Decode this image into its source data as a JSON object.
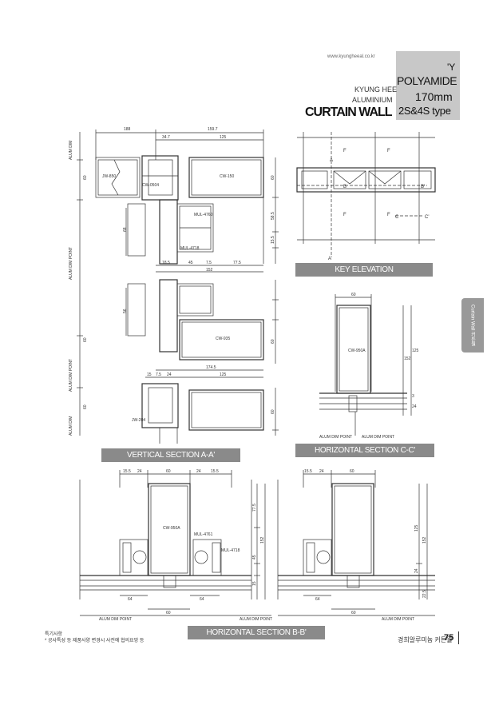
{
  "header": {
    "url": "www.kyungheeal.co.kr",
    "y_tag": "'Y",
    "polyamide": "POLYAMIDE",
    "size": "170mm",
    "type": "2S&4S type",
    "brand_line1": "KYUNG HEE",
    "brand_line2": "ALUMINIUM",
    "product": "CURTAIN WALL"
  },
  "side_tab": {
    "label": "Curtain Wall 커튼월"
  },
  "captions": {
    "key_elevation": "KEY ELEVATION",
    "vertical_section": "VERTICAL SECTION A-A'",
    "horizontal_c": "HORIZONTAL SECTION C-C'",
    "horizontal_b": "HORIZONTAL SECTION B-B'"
  },
  "vertical_dims": {
    "top": [
      "188",
      "159.7"
    ],
    "top2": [
      "34.7",
      "125"
    ],
    "left_labels": [
      "ALUM DIM",
      "ALUM DIM POINT",
      "ALUM DIM POINT",
      "ALUM DIM"
    ],
    "mid": [
      "18.5",
      "45",
      "7.5",
      "77.5"
    ],
    "total": "152",
    "lower": "174.5",
    "lower_top": [
      "15",
      "7.5",
      "24",
      "125"
    ],
    "right": [
      "60",
      "58.5",
      "15.5",
      "60",
      "60"
    ],
    "left_num": [
      "60",
      "68",
      "56",
      "60",
      "60"
    ],
    "parts": [
      "JW-850",
      "CW-150",
      "MUL-4760",
      "MUL-4718",
      "CW-935",
      "CW-0504",
      "JW-204"
    ]
  },
  "key_elev": {
    "letters": [
      "F",
      "F",
      "F",
      "F"
    ],
    "markers": [
      "A",
      "B",
      "B'",
      "C",
      "C'",
      "A'"
    ]
  },
  "horiz_c": {
    "dims": [
      "60",
      "152",
      "125",
      "3",
      "24"
    ],
    "part": "CW-950A",
    "foot": [
      "ALUM DIM POINT",
      "ALUM DIM POINT"
    ]
  },
  "horiz_b": {
    "top": [
      "15.5",
      "24",
      "60",
      "24",
      "15.5"
    ],
    "top2": [
      "15.5",
      "24",
      "60"
    ],
    "right": [
      "77.5",
      "152",
      "45",
      "15",
      "125",
      "152",
      "24",
      "22.5"
    ],
    "bottom": [
      "64",
      "64",
      "60",
      "64",
      "60"
    ],
    "foot": [
      "ALUM DIM POINT",
      "ALUM DIM POINT",
      "ALUM DIM POINT"
    ],
    "parts": [
      "CW-950A",
      "MUL-4761",
      "MUL-4718"
    ]
  },
  "footer": {
    "note_title": "특기사항",
    "note_body": "* 공사특성 등 제품사양 변경시 사전에 협의요망 등",
    "company": "경희알루미늄 커튼월",
    "page": "75"
  }
}
